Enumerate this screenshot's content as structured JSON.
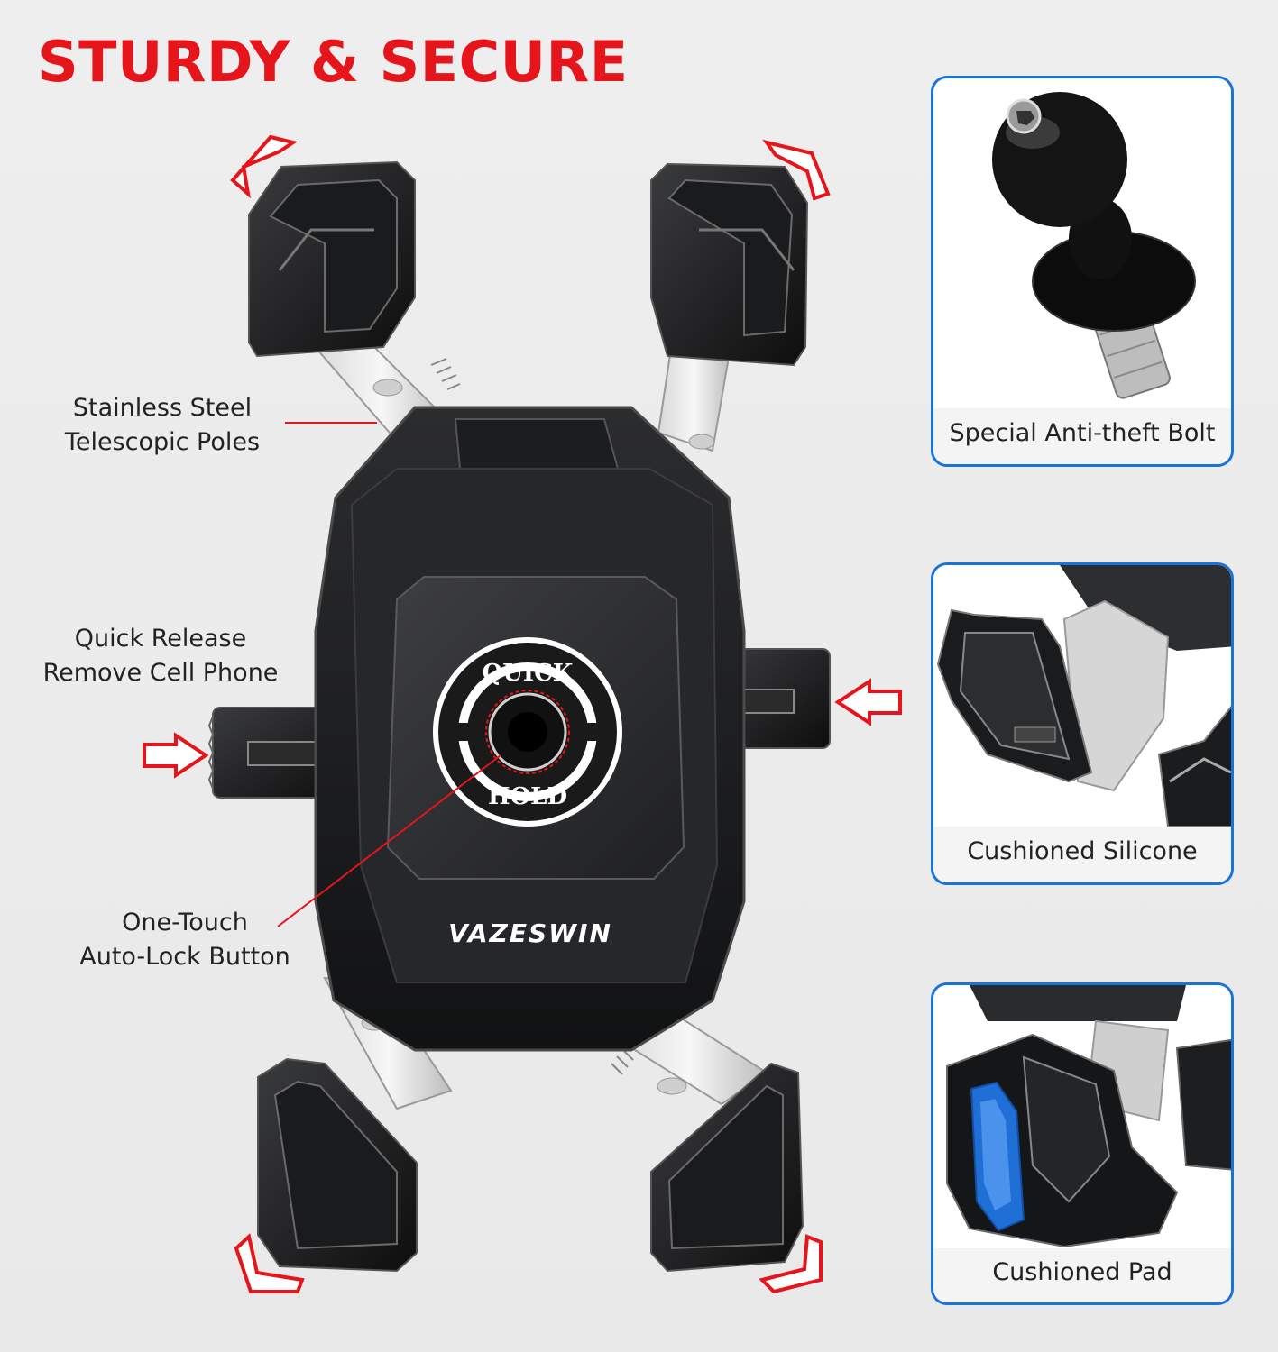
{
  "headline": "STURDY & SECURE",
  "callouts": {
    "poles": [
      "Stainless Steel",
      "Telescopic Poles"
    ],
    "release": [
      "Quick Release",
      "Remove Cell Phone"
    ],
    "button": [
      "One-Touch",
      "Auto-Lock Button"
    ]
  },
  "device": {
    "brand": "VAZESWIN",
    "knob_top": "QUICK",
    "knob_bottom": "HOLD"
  },
  "cards": [
    {
      "caption": "Special Anti-theft Bolt",
      "icon": "anti-theft-bolt"
    },
    {
      "caption": "Cushioned Silicone",
      "icon": "silicone-claw"
    },
    {
      "caption": "Cushioned Pad",
      "icon": "cushioned-pad"
    }
  ],
  "colors": {
    "accent": "#e6141b",
    "card_border": "#1a73d9",
    "pad_blue": "#1f6fd6"
  }
}
